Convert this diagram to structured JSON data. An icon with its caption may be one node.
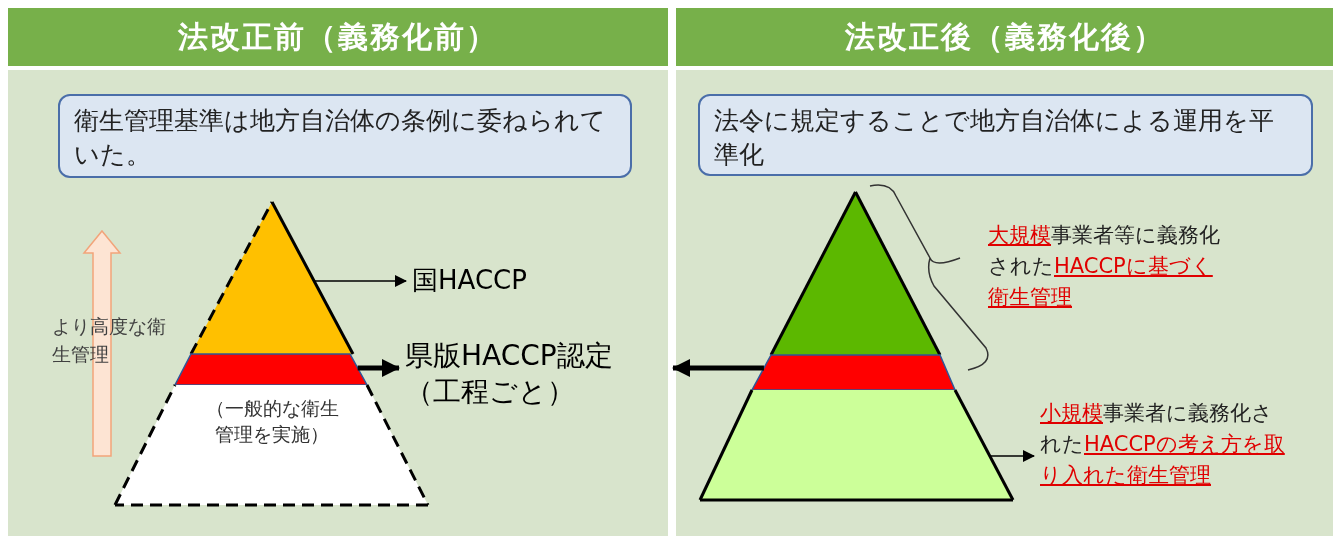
{
  "diagram": {
    "nodes": [
      {
        "text": [
          "法改正前（義務化前）"
        ]
      },
      {
        "text": [
          "法改正後（義務化後）"
        ]
      },
      {
        "text": [
          "衛生管理基準は地方自治体の条例に委ねられていた。"
        ]
      },
      {
        "text": [
          "法令に規定することで地方自治体による運用を平準化"
        ]
      },
      {
        "text": [],
        "shape": "triangle"
      },
      {
        "text": [],
        "shape": "bar"
      },
      {
        "text": [
          "（一般的な衛生管理を実施）"
        ]
      },
      {
        "text": [
          "国HACCP"
        ]
      },
      {
        "text": [
          "県版HACCP認定（工程ごと）"
        ]
      },
      {
        "text": [],
        "shape": "triangle"
      },
      {
        "text": [],
        "shape": "bar"
      },
      {
        "text": [],
        "shape": "trapezoid"
      },
      {
        "text": [
          "**大規模**事業者等に義務化された**HACCPに基づく衛生管理**"
        ]
      },
      {
        "text": [
          "**小規模**事業者に義務化された**HACCPの考え方を取り入れた衛生管理**"
        ]
      }
    ],
    "edges": [
      {
        "from": 4,
        "to": 7,
        "arrow": "to"
      },
      {
        "from": 5,
        "to": 8,
        "arrow": "to",
        "style": "thick"
      },
      {
        "from": 10,
        "to": 8,
        "arrow": "to",
        "style": "thick"
      },
      {
        "from": 11,
        "to": 13,
        "arrow": "to"
      }
    ],
    "labels": [
      "より高度な衛生管理"
    ]
  }
}
